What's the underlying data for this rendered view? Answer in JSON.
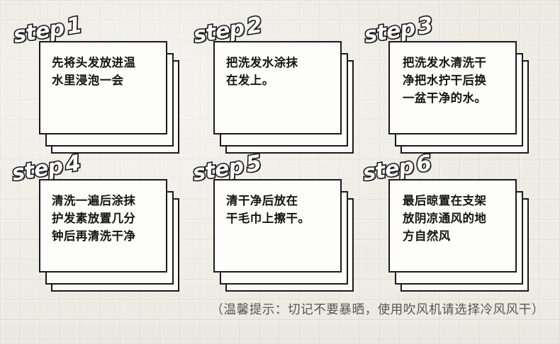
{
  "page": {
    "background_color": "#efece5",
    "grid_line_color": "#9b9483",
    "card_fill": "#fdfdfb",
    "card_border": "#1a1a1a",
    "text_color": "#141414",
    "footer_color": "#585553"
  },
  "steps": [
    {
      "label_word": "step",
      "number": "1",
      "text": "先将头发放进温\n水里浸泡一会"
    },
    {
      "label_word": "step",
      "number": "2",
      "text": "把洗发水涂抹\n在发上。"
    },
    {
      "label_word": "step",
      "number": "3",
      "text": "把洗发水清洗干\n净把水拧干后换\n一盆干净的水。"
    },
    {
      "label_word": "step",
      "number": "4",
      "text": "清洗一遍后涂抹\n护发素放置几分\n钟后再清洗干净"
    },
    {
      "label_word": "step",
      "number": "5",
      "text": "清干净后放在\n干毛巾上擦干。"
    },
    {
      "label_word": "step",
      "number": "6",
      "text": "最后晾置在支架\n放阴凉通风的地\n方自然风"
    }
  ],
  "footer": {
    "note": "（温馨提示：切记不要暴晒，使用吹风机请选择冷风风干）"
  }
}
